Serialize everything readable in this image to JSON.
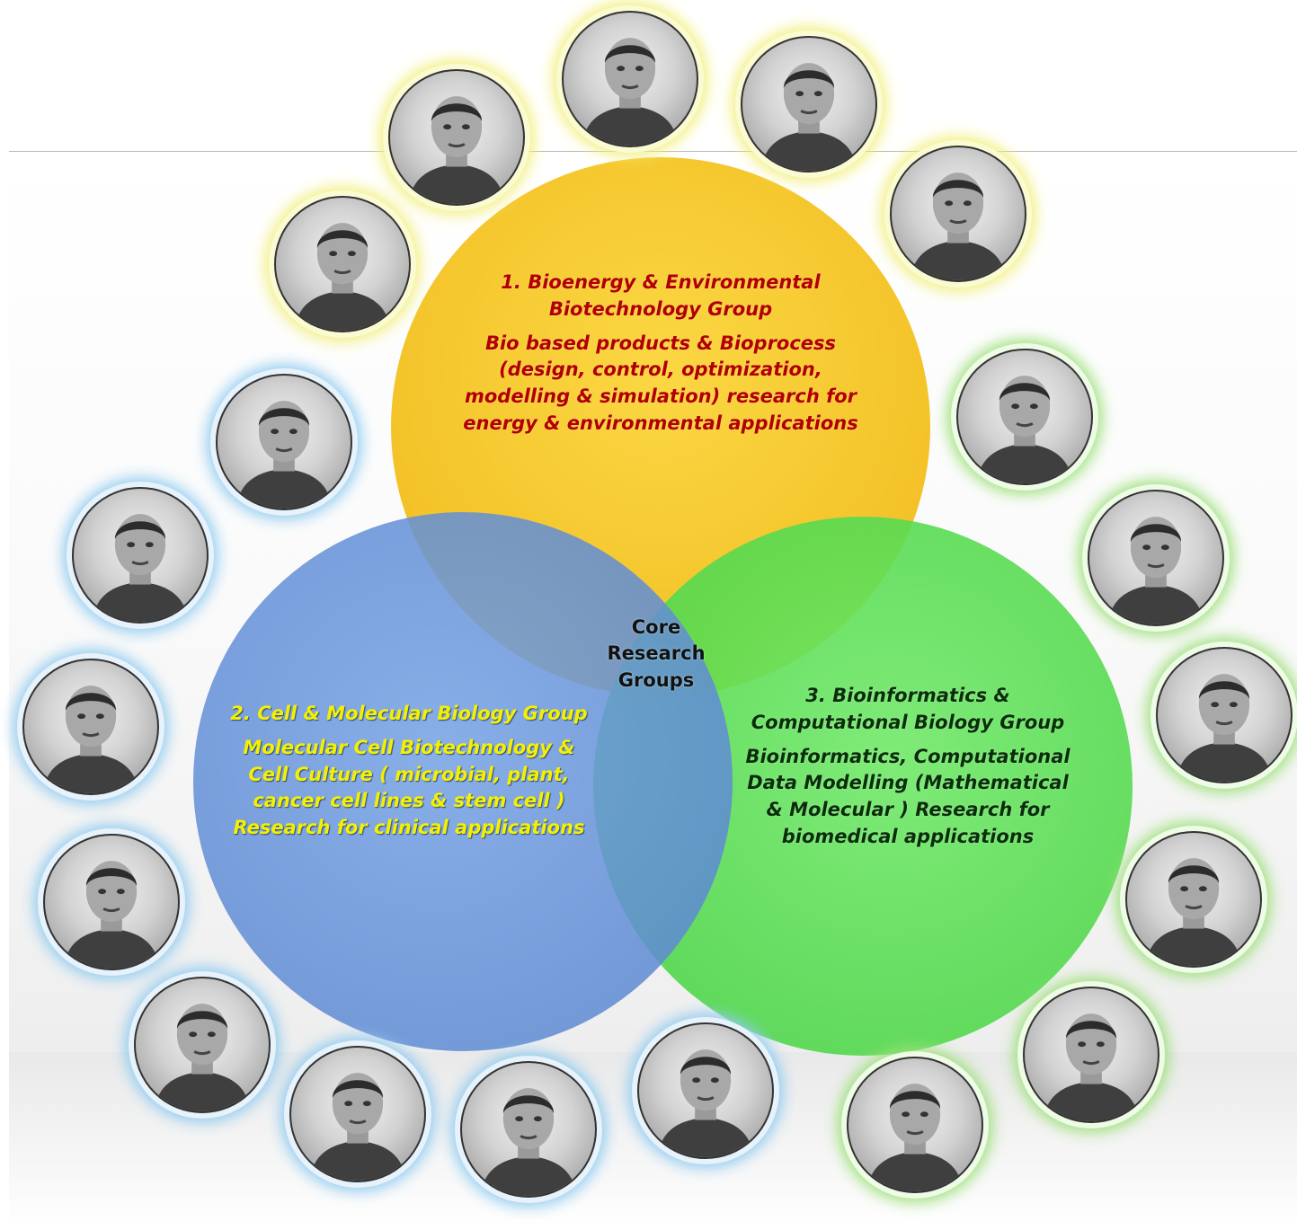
{
  "center_label": [
    "Core",
    "Research",
    "Groups"
  ],
  "groups": [
    {
      "title": "1. Bioenergy & Environmental Biotechnology Group",
      "description": "Bio based products & Bioprocess (design, control, optimization, modelling & simulation) research for energy & environmental applications",
      "color": "#f7c928",
      "text_color": "#b20000"
    },
    {
      "title": "2. Cell & Molecular Biology Group",
      "description": "Molecular Cell Biotechnology & Cell Culture ( microbial, plant, cancer cell lines & stem cell ) Research for clinical applications",
      "color": "#6896db",
      "text_color": "#f4f000"
    },
    {
      "title": "3. Bioinformatics & Computational Biology Group",
      "description": "Bioinformatics, Computational Data Modelling (Mathematical & Molecular ) Research for biomedical applications",
      "color": "#5ddf58",
      "text_color": "#0a2d0a"
    }
  ],
  "portrait_icon": "person-photo-icon",
  "portrait_groups": {
    "group_1": 5,
    "group_2": 8,
    "group_3": 6
  }
}
